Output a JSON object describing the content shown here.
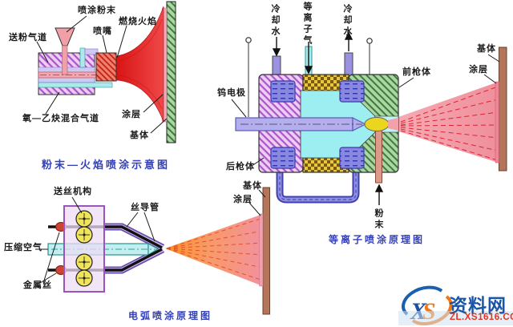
{
  "flame": {
    "caption": "粉末—火焰喷涂示意图",
    "labels": {
      "spray_powder": "喷涂粉末",
      "powder_feed": "送粉气道",
      "nozzle": "喷嘴",
      "combustion_flame": "燃烧火焰",
      "gas_mix": "氧—乙炔混合气道",
      "coating": "涂层",
      "substrate": "基体"
    }
  },
  "arc": {
    "caption": "电弧喷涂原理图",
    "labels": {
      "wire_feeder": "送丝机构",
      "wire_guide": "丝导管",
      "compressed_air": "压缩空气",
      "metal_wire": "金属丝",
      "substrate": "基体",
      "coating": "涂层"
    }
  },
  "plasma": {
    "caption": "等离子喷涂原理图",
    "labels": {
      "cooling_water_in": "冷却水",
      "plasma_gas": "等离子气",
      "cooling_water_out": "冷却水",
      "tungsten_electrode": "钨电极",
      "front_gun_body": "前枪体",
      "rear_gun_body": "后枪体",
      "substrate": "基体",
      "coating": "涂层",
      "powder": "粉末"
    }
  },
  "watermark": {
    "logo_x": "X",
    "logo_s": "S",
    "site_name": "资料网",
    "site_url": "ZL.XS1616.COM"
  },
  "colors": {
    "caption_blue": "#3340b8",
    "flame_red": "#e42222",
    "spray_pink": "#f2949e",
    "spray_orange": "#ff9022",
    "substrate_brown": "#b4755a",
    "substrate_green": "#9ccc96",
    "gun_purple": "#eecdf2",
    "insulator_yellow": "#e8c840",
    "water_blue": "#8888e0",
    "channel_cyan": "#9ceef0",
    "watermark_blue": "#1b55a8",
    "watermark_red": "#e8321e"
  }
}
